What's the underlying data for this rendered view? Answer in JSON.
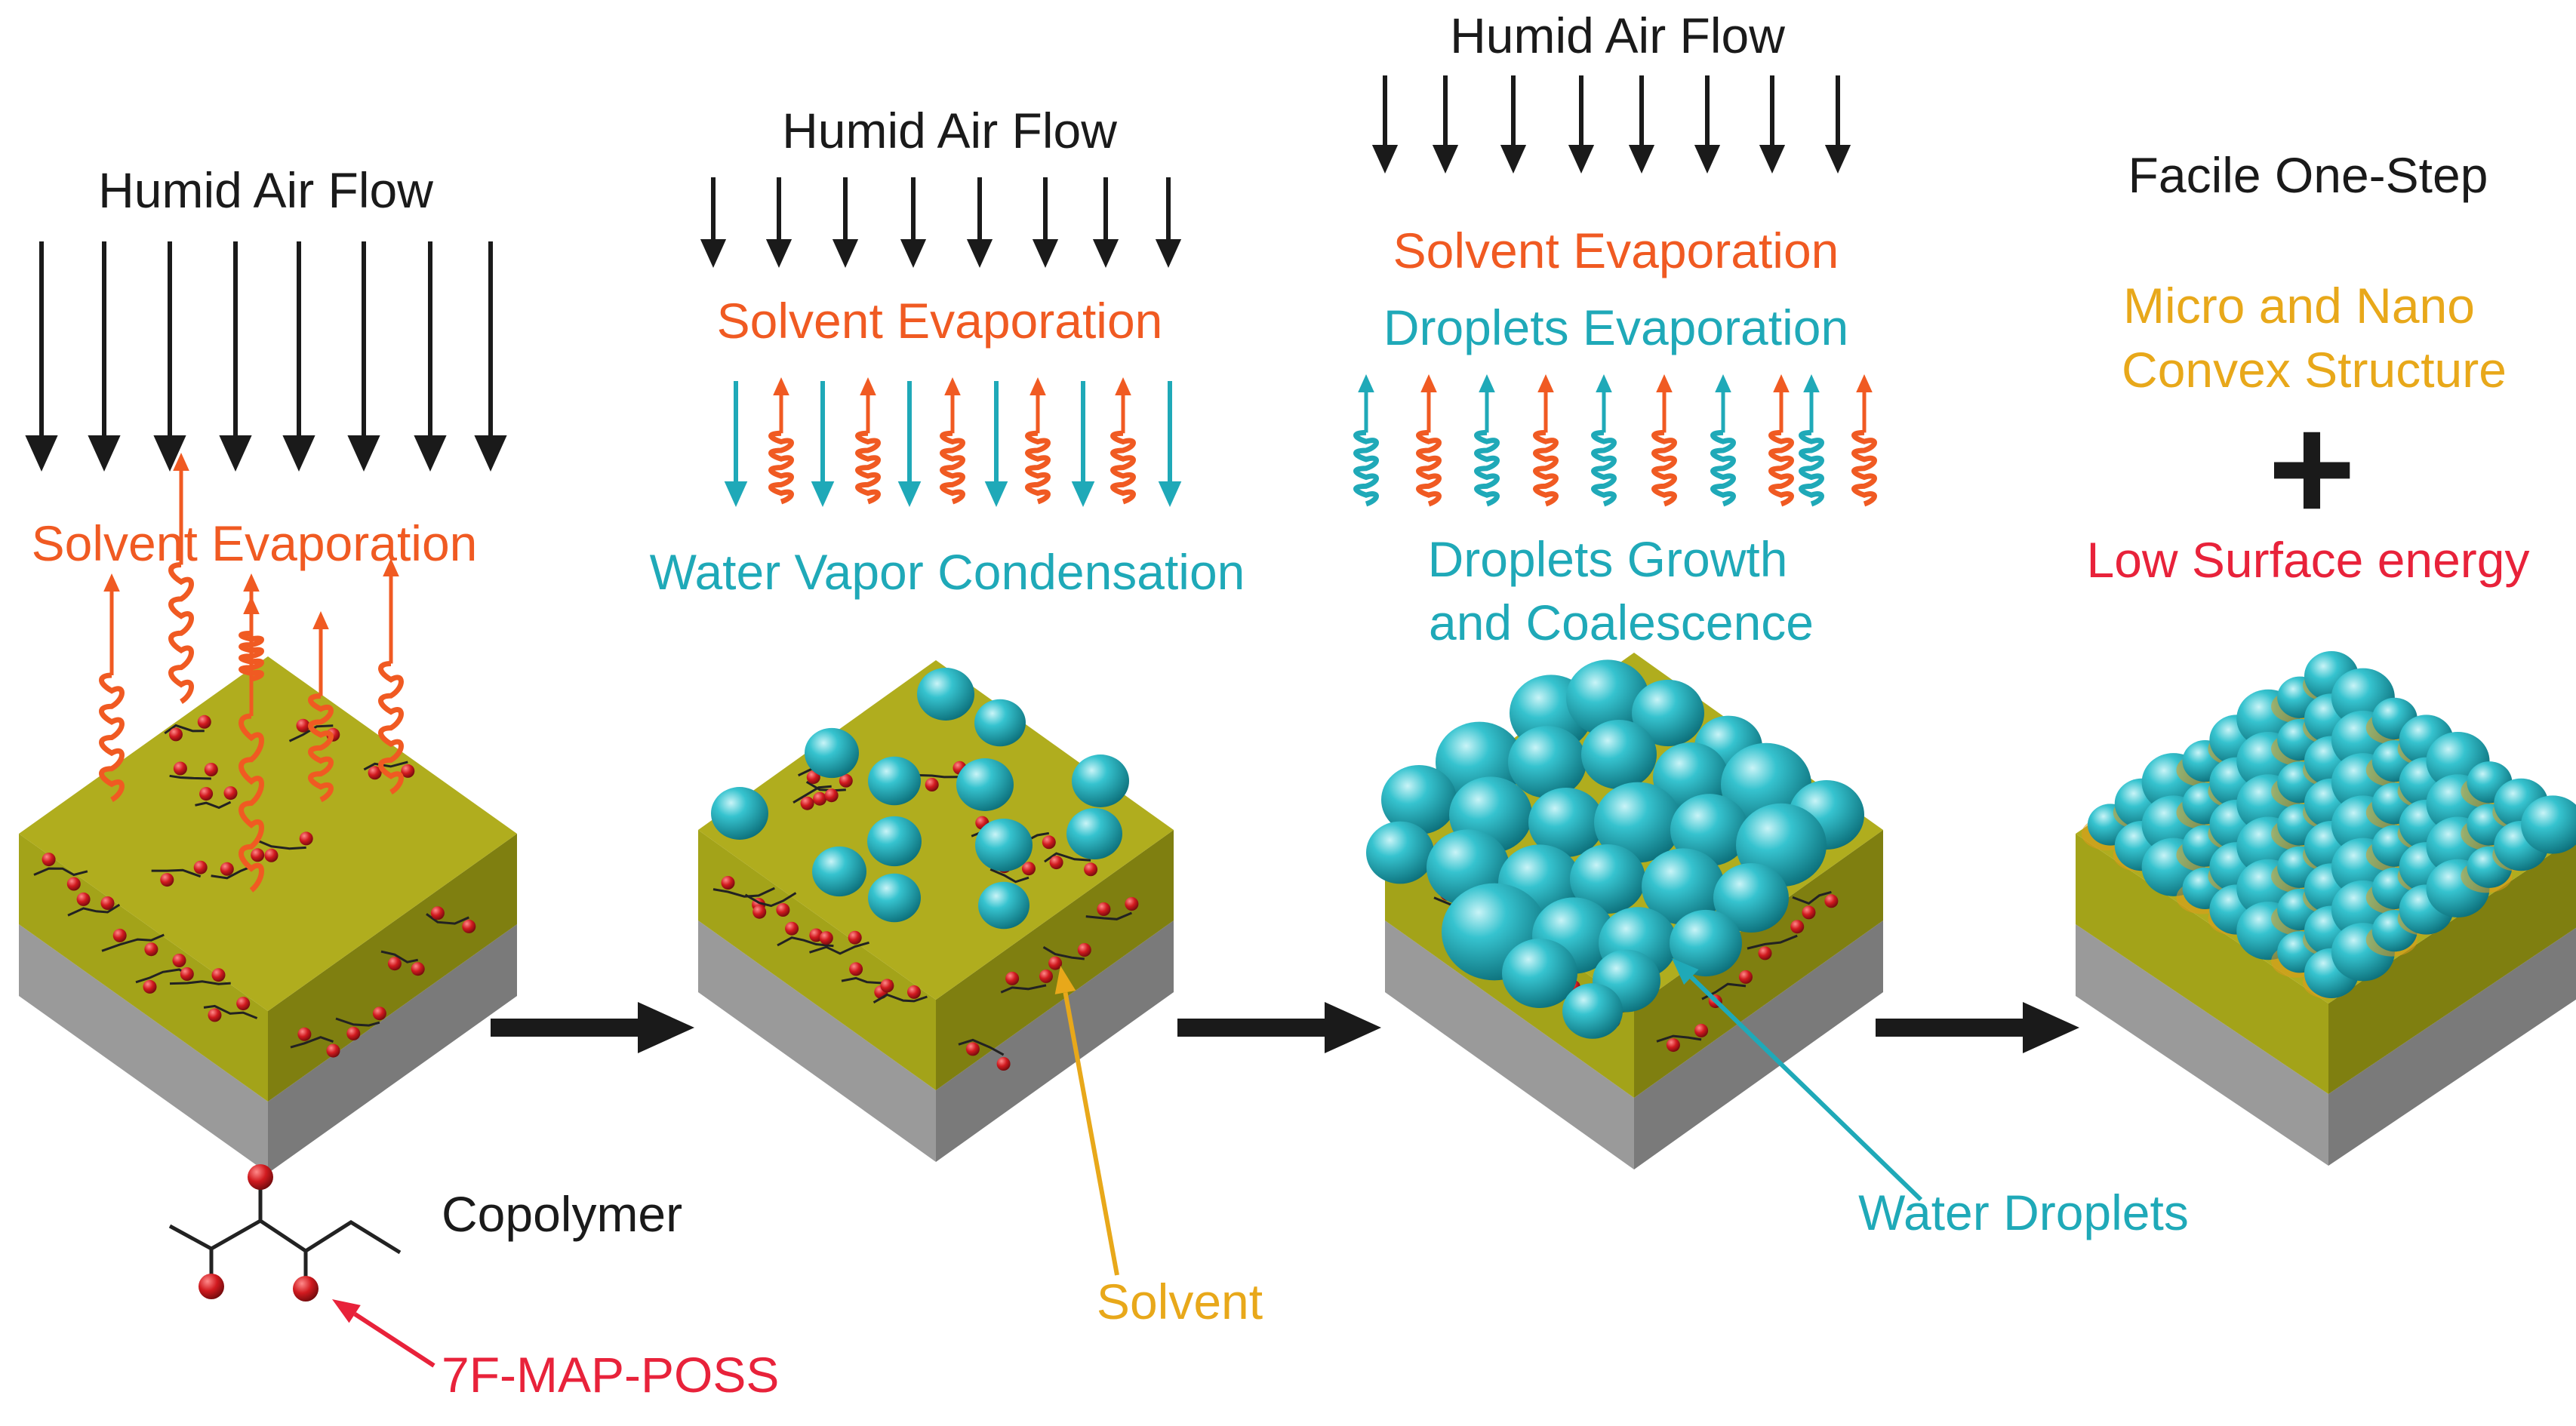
{
  "colors": {
    "black": "#1a1a1a",
    "orange": "#f05a22",
    "cyan": "#1fa9b8",
    "gold": "#e8a81a",
    "red": "#e8223a",
    "olive": "#a3a319",
    "olive_dark": "#7f7f10",
    "olive_top": "#b0ad1e",
    "gray_left": "#9a9a9a",
    "gray_right": "#7a7a7a",
    "droplet": "#1fb6c4",
    "bead": "#c0161c"
  },
  "stage1": {
    "air_label": "Humid Air Flow",
    "evap_label": "Solvent Evaporation"
  },
  "stage2": {
    "air_label": "Humid Air Flow",
    "evap_label": "Solvent Evaporation",
    "condense_label": "Water Vapor Condensation",
    "solvent_label": "Solvent"
  },
  "stage3": {
    "air_label": "Humid Air Flow",
    "evap_label": "Solvent Evaporation",
    "droplet_evap_label": "Droplets Evaporation",
    "growth_label_1": "Droplets Growth",
    "growth_label_2": "and Coalescence",
    "water_label": "Water  Droplets"
  },
  "stage4": {
    "title": "Facile One-Step",
    "structure_1": "Micro and Nano",
    "structure_2": "Convex Structure",
    "plus": "+",
    "energy": "Low Surface energy"
  },
  "legend": {
    "copolymer": "Copolymer",
    "poss": "7F-MAP-POSS"
  }
}
